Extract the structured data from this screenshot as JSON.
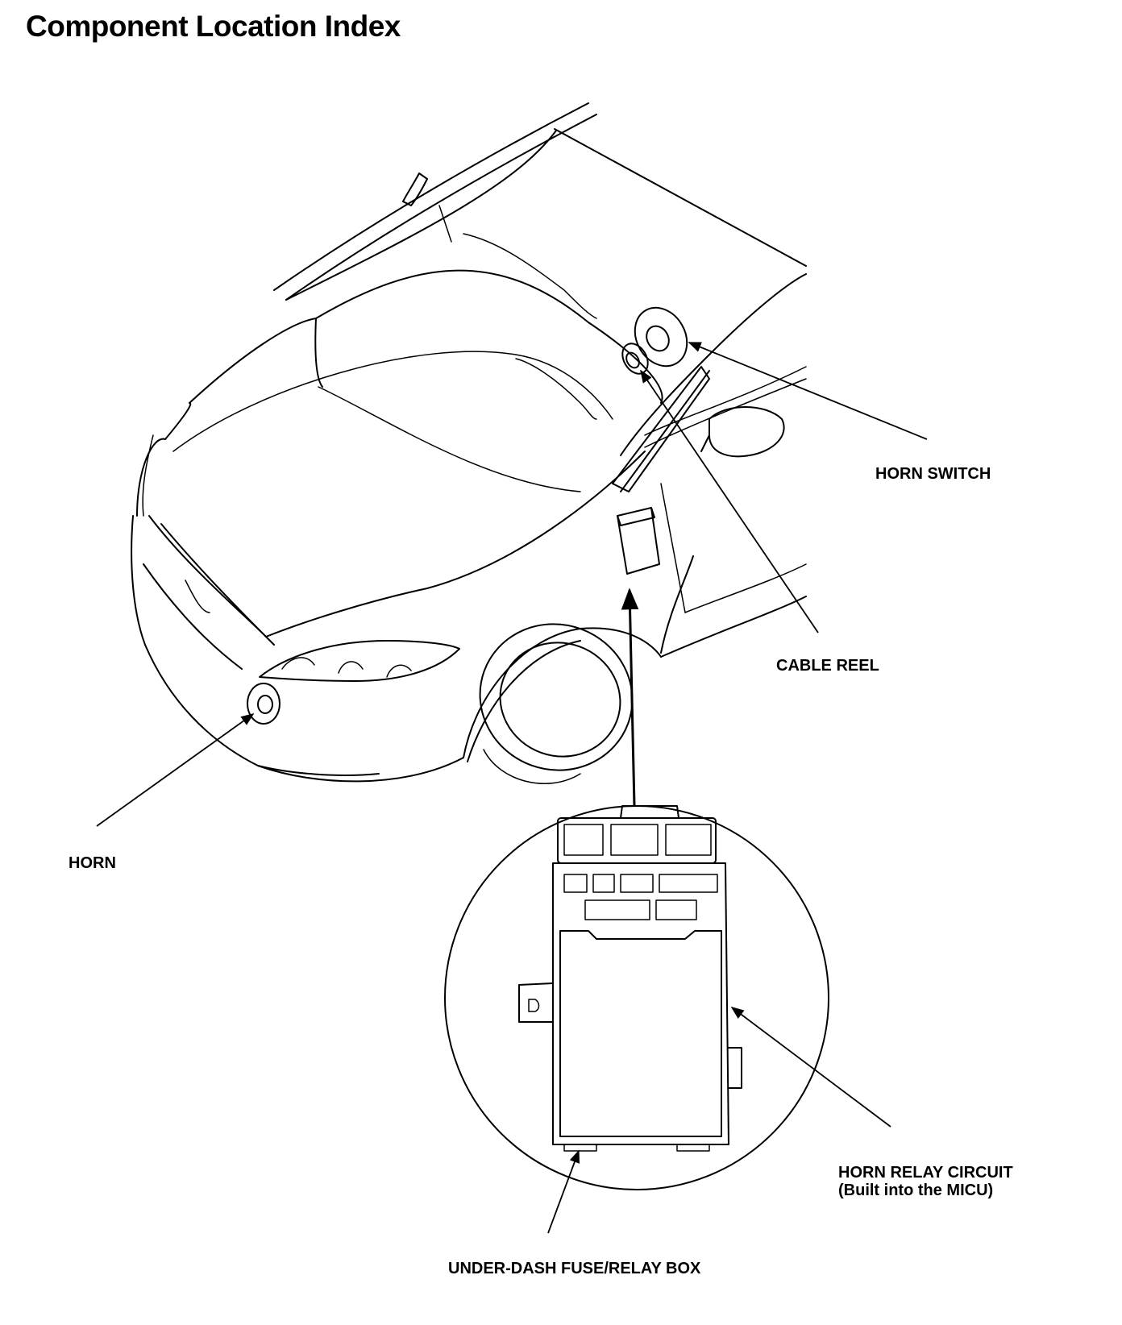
{
  "title": "Component Location Index",
  "labels": {
    "horn_switch": "HORN SWITCH",
    "cable_reel": "CABLE REEL",
    "horn": "HORN",
    "horn_relay_line1": "HORN RELAY CIRCUIT",
    "horn_relay_line2": "(Built into the MICU)",
    "fuse_box": "UNDER-DASH FUSE/RELAY BOX"
  }
}
